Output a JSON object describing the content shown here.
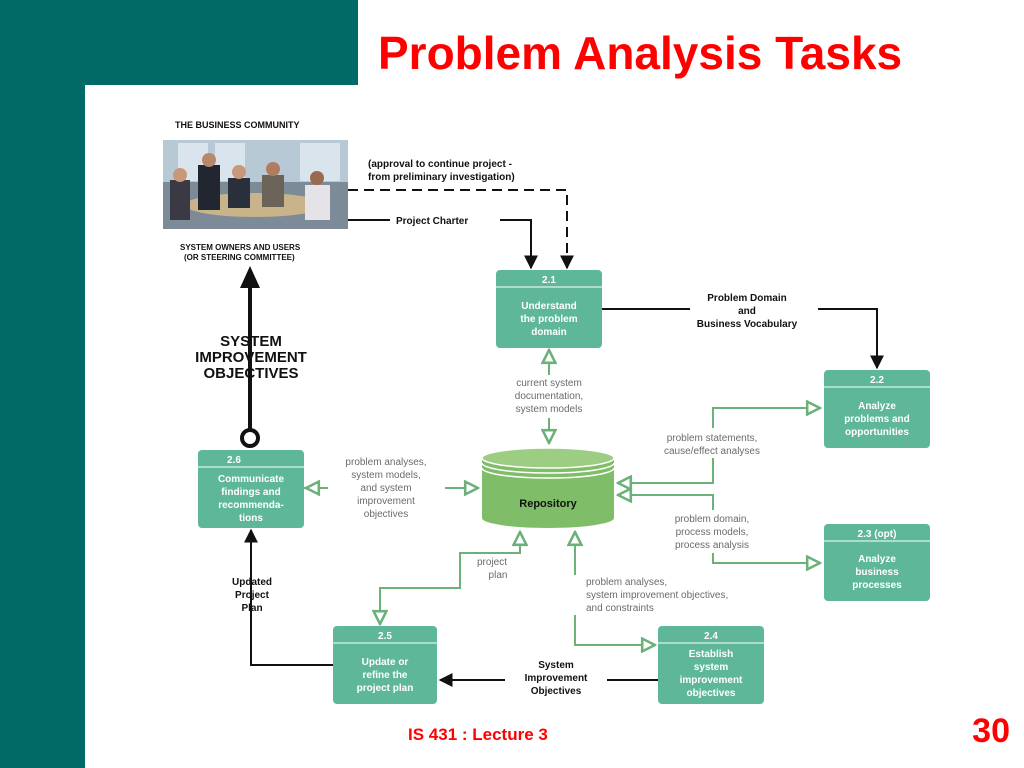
{
  "slide": {
    "title": "Problem Analysis Tasks",
    "footer": "IS 431 : Lecture 3",
    "page_number": "30"
  },
  "colors": {
    "teal": "#006b66",
    "process": "#5fb79a",
    "repository": "#7fbd68",
    "title": "#ff0000"
  },
  "community": {
    "heading": "THE BUSINESS COMMUNITY",
    "photo_icon": "business-meeting-photo",
    "owners_line1": "SYSTEM OWNERS AND USERS",
    "owners_line2": "(OR STEERING COMMITTEE)"
  },
  "objectives": {
    "line1": "SYSTEM",
    "line2": "IMPROVEMENT",
    "line3": "OBJECTIVES"
  },
  "flows": {
    "approval1": "(approval to continue project -",
    "approval2": "from preliminary investigation)",
    "charter": "Project Charter",
    "domain1": "Problem Domain",
    "domain2": "and",
    "domain3": "Business Vocabulary",
    "docs1": "current system",
    "docs2": "documentation,",
    "docs3": "system models",
    "stmt1": "problem statements,",
    "stmt2": "cause/effect analyses",
    "comm1": "problem analyses,",
    "comm2": "system models,",
    "comm3": "and system",
    "comm4": "improvement",
    "comm5": "objectives",
    "procs1": "problem domain,",
    "procs2": "process models,",
    "procs3": "process analysis",
    "plan1": "project",
    "plan2": "plan",
    "est1": "problem analyses,",
    "est2": "system improvement objectives,",
    "est3": "and constraints",
    "upd1": "Updated",
    "upd2": "Project",
    "upd3": "Plan",
    "sio1": "System",
    "sio2": "Improvement",
    "sio3": "Objectives"
  },
  "processes": {
    "p21": {
      "id": "2.1",
      "l1": "Understand",
      "l2": "the problem",
      "l3": "domain"
    },
    "p22": {
      "id": "2.2",
      "l1": "Analyze",
      "l2": "problems and",
      "l3": "opportunities"
    },
    "p23": {
      "id": "2.3 (opt)",
      "l1": "Analyze",
      "l2": "business",
      "l3": "processes"
    },
    "p24": {
      "id": "2.4",
      "l1": "Establish",
      "l2": "system",
      "l3": "improvement",
      "l4": "objectives"
    },
    "p25": {
      "id": "2.5",
      "l1": "Update or",
      "l2": "refine the",
      "l3": "project plan"
    },
    "p26": {
      "id": "2.6",
      "l1": "Communicate",
      "l2": "findings and",
      "l3": "recommenda-",
      "l4": "tions"
    }
  },
  "repository": {
    "label": "Repository"
  }
}
